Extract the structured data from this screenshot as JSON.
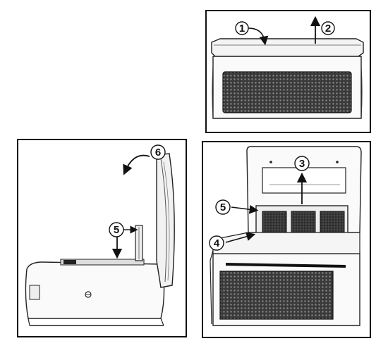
{
  "figure": {
    "panels": [
      {
        "id": "top",
        "steps": [
          {
            "label": "1"
          },
          {
            "label": "2"
          }
        ]
      },
      {
        "id": "left",
        "steps": [
          {
            "label": "6"
          },
          {
            "label": "5"
          }
        ]
      },
      {
        "id": "right",
        "steps": [
          {
            "label": "3"
          },
          {
            "label": "5"
          },
          {
            "label": "4"
          }
        ]
      }
    ]
  }
}
